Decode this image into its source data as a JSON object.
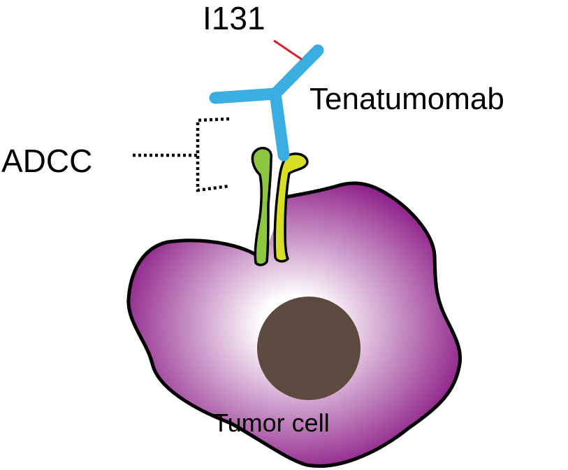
{
  "labels": {
    "isotope": "I131",
    "antibody": "Tenatumomab",
    "mechanism": "ADCC",
    "cell": "Tumor cell"
  },
  "colors": {
    "antibody": "#3aaee0",
    "isotope_link": "#d8202c",
    "receptor_left": "#8dc63f",
    "receptor_right": "#d7df23",
    "cell_edge": "#8b1a86",
    "cell_center": "#ffffff",
    "nucleus": "#5c4a3e",
    "outline": "#000000"
  }
}
